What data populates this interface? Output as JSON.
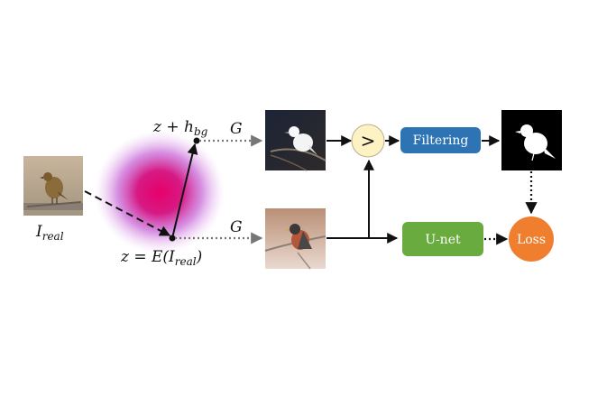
{
  "labels": {
    "i_real": "I",
    "i_real_sub": "real",
    "z_plus": "z + h",
    "z_plus_sub": "bg",
    "z_enc_prefix": "z = E(I",
    "z_enc_sub": "real",
    "z_enc_suffix": ")",
    "g_top": "G",
    "g_bottom": "G",
    "compare": ">",
    "filtering": "Filtering",
    "unet": "U-net",
    "loss": "Loss"
  },
  "colors": {
    "latent_blob_center": "#e0006e",
    "latent_blob_edge": "#c86ad8",
    "filtering_box": "#2e74b5",
    "unet_box": "#6aab3f",
    "loss_circle": "#ef7f2f",
    "compare_circle": "#fdf2c4",
    "mask_background": "#000000"
  },
  "icons": {
    "input_image": "sparrow-photo",
    "generated_background_image": "white-bird-photo",
    "generated_image": "robin-photo",
    "mask_image": "bird-silhouette-mask"
  }
}
